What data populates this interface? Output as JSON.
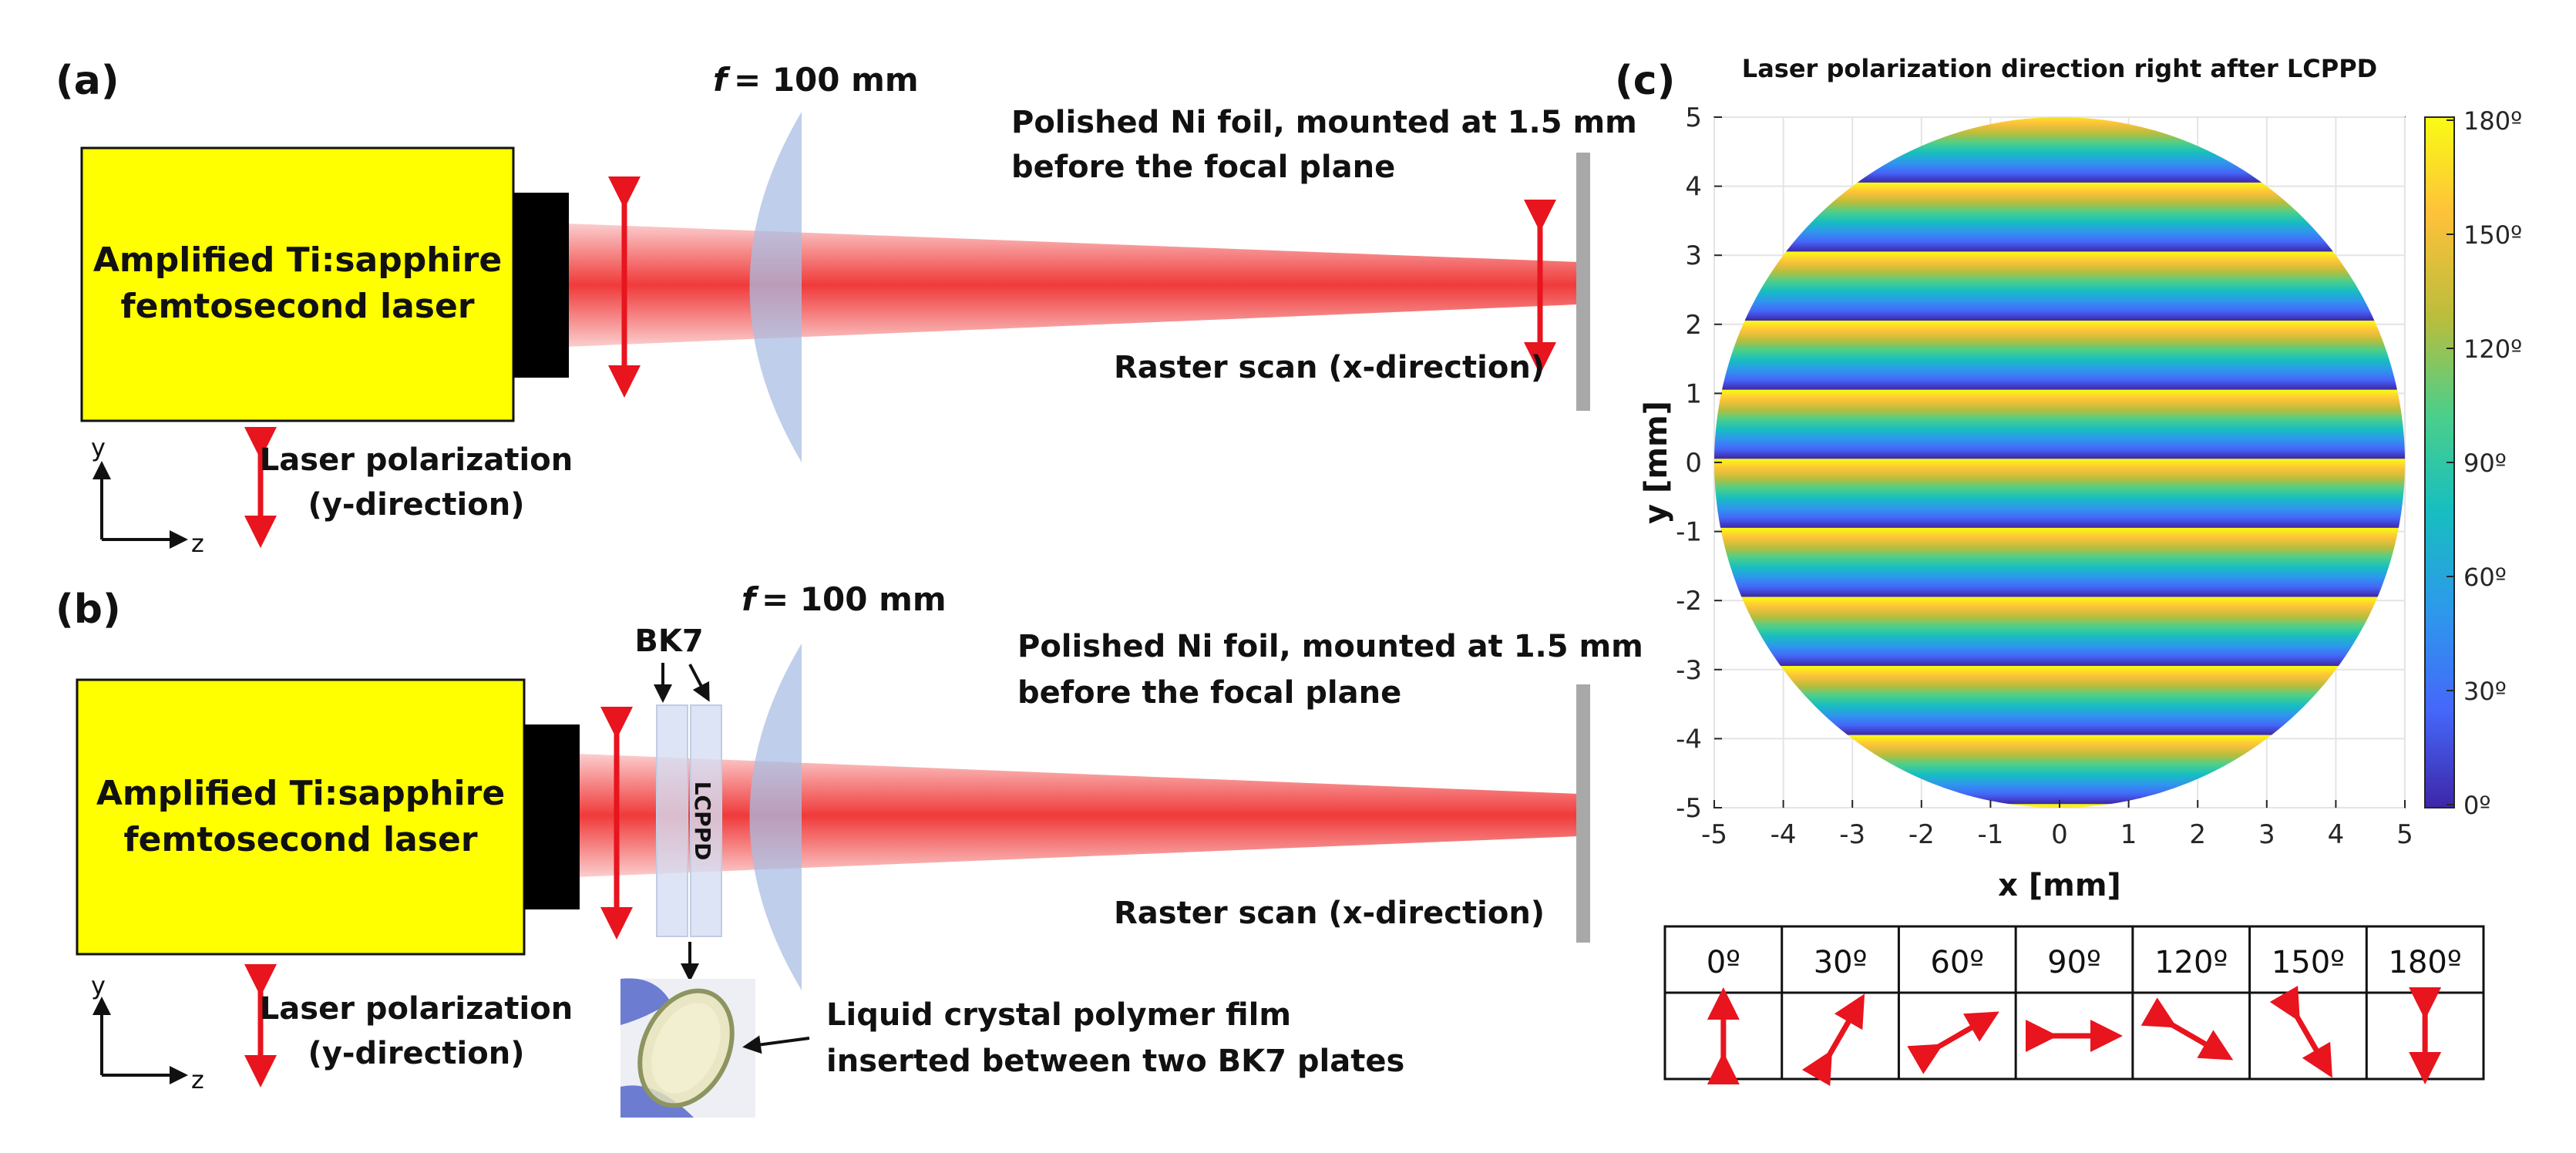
{
  "colors": {
    "laser_yellow": "#FFFF00",
    "beam_red": "#F03A3A",
    "arrow_red": "#E8141E",
    "lens_blue": "#A9BEE3",
    "foil_gray": "#A8A8A8",
    "lcppd_blue": "#D4DDF2"
  },
  "panel_a": {
    "label": "(a)",
    "lens_focal": "= 100 mm",
    "lens_f": "f",
    "laser_line1": "Amplified Ti:sapphire",
    "laser_line2": "femtosecond laser",
    "foil_line1": "Polished Ni foil, mounted at 1.5 mm",
    "foil_line2": "before the focal plane",
    "raster": "Raster scan (x-direction)",
    "polarization_line1": "Laser polarization",
    "polarization_line2": "(y-direction)",
    "axis_y": "y",
    "axis_z": "z"
  },
  "panel_b": {
    "label": "(b)",
    "lens_focal": "= 100 mm",
    "lens_f": "f",
    "laser_line1": "Amplified Ti:sapphire",
    "laser_line2": "femtosecond laser",
    "foil_line1": "Polished Ni foil, mounted at 1.5 mm",
    "foil_line2": "before the focal plane",
    "raster": "Raster scan (x-direction)",
    "polarization_line1": "Laser polarization",
    "polarization_line2": "(y-direction)",
    "axis_y": "y",
    "axis_z": "z",
    "bk7": "BK7",
    "lcppd": "LCPPD",
    "film_line1": "Liquid crystal polymer film",
    "film_line2": "inserted between two BK7 plates"
  },
  "panel_c": {
    "label": "(c)",
    "title": "Laser polarization direction right after LCPPD",
    "xlabel": "x [mm]",
    "ylabel": "y [mm]",
    "x_ticks": [
      "-5",
      "-4",
      "-3",
      "-2",
      "-1",
      "0",
      "1",
      "2",
      "3",
      "4",
      "5"
    ],
    "y_ticks": [
      "5",
      "4",
      "3",
      "2",
      "1",
      "0",
      "-1",
      "-2",
      "-3",
      "-4",
      "-5"
    ],
    "colorbar_ticks": [
      "180º",
      "150º",
      "120º",
      "90º",
      "60º",
      "30º",
      "0º"
    ],
    "stripe_period_mm": 1.0,
    "aperture_radius_mm": 5,
    "colormap_stops": [
      "#3E26A8",
      "#4567FA",
      "#2E97EC",
      "#17BEC0",
      "#4CCF8A",
      "#BABD3C",
      "#FEC13A",
      "#F9FB15"
    ]
  },
  "legend_table": {
    "angles": [
      "0º",
      "30º",
      "60º",
      "90º",
      "120º",
      "150º",
      "180º"
    ],
    "angle_values_deg": [
      0,
      30,
      60,
      90,
      120,
      150,
      180
    ]
  }
}
